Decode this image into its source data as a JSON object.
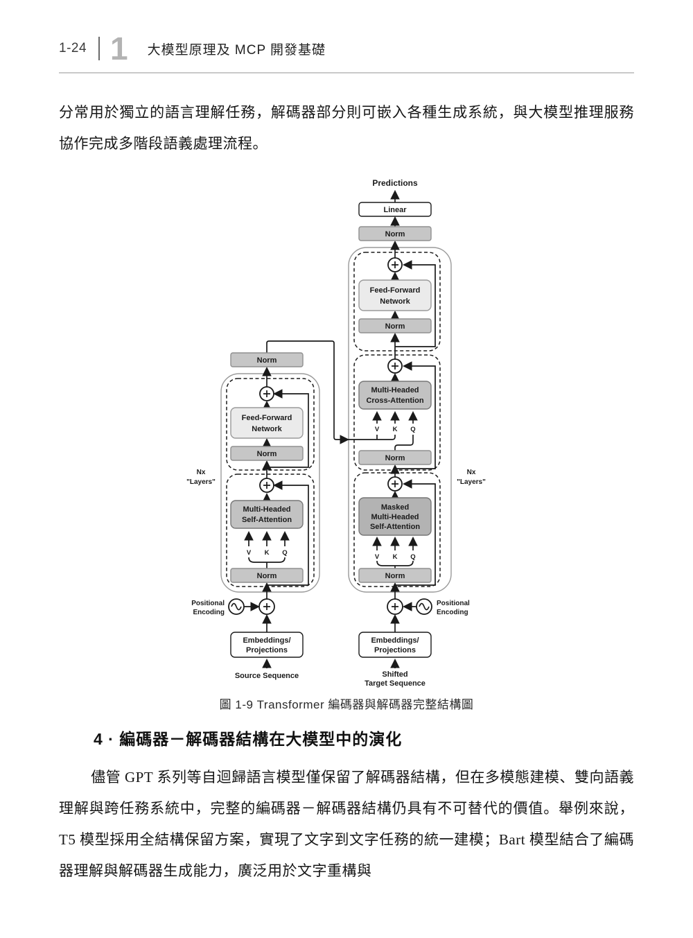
{
  "header": {
    "page_number": "1-24",
    "chapter_number": "1",
    "chapter_title": "大模型原理及 MCP 開發基礎"
  },
  "content": {
    "intro_paragraph": "分常用於獨立的語言理解任務，解碼器部分則可嵌入各種生成系統，與大模型推理服務協作完成多階段語義處理流程。",
    "figure_caption": "圖 1-9  Transformer 編碼器與解碼器完整結構圖",
    "section_heading": "4 · 編碼器－解碼器結構在大模型中的演化",
    "body_paragraph": "儘管 GPT 系列等自迴歸語言模型僅保留了解碼器結構，但在多模態建模、雙向語義理解與跨任務系統中，完整的編碼器－解碼器結構仍具有不可替代的價值。舉例來說，T5 模型採用全結構保留方案，實現了文字到文字任務的統一建模；Bart 模型結合了編碼器理解與解碼器生成能力，廣泛用於文字重構與"
  },
  "diagram": {
    "predictions": "Predictions",
    "linear": "Linear",
    "norm": "Norm",
    "ffn1": "Feed-Forward",
    "ffn2": "Network",
    "multi_headed": "Multi-Headed",
    "self_attention": "Self-Attention",
    "cross_attention": "Cross-Attention",
    "masked": "Masked",
    "v": "V",
    "k": "K",
    "q": "Q",
    "nx": "Nx",
    "layers": "\"Layers\"",
    "positional": "Positional",
    "encoding": "Encoding",
    "embeddings": "Embeddings/",
    "projections": "Projections",
    "source_sequence": "Source Sequence",
    "shifted": "Shifted",
    "target_sequence": "Target Sequence"
  },
  "colors": {
    "norm_fill": "#c6c6c6",
    "norm_stroke": "#8f8f8f",
    "ffn_fill": "#ebebeb",
    "ffn_stroke": "#9a9a9a",
    "attn_fill": "#c2c2c2",
    "attn_stroke": "#777777",
    "masked_fill": "#b3b3b3",
    "white_box_fill": "#ffffff",
    "white_box_stroke": "#1a1a1a",
    "line_color": "#1a1a1a"
  }
}
